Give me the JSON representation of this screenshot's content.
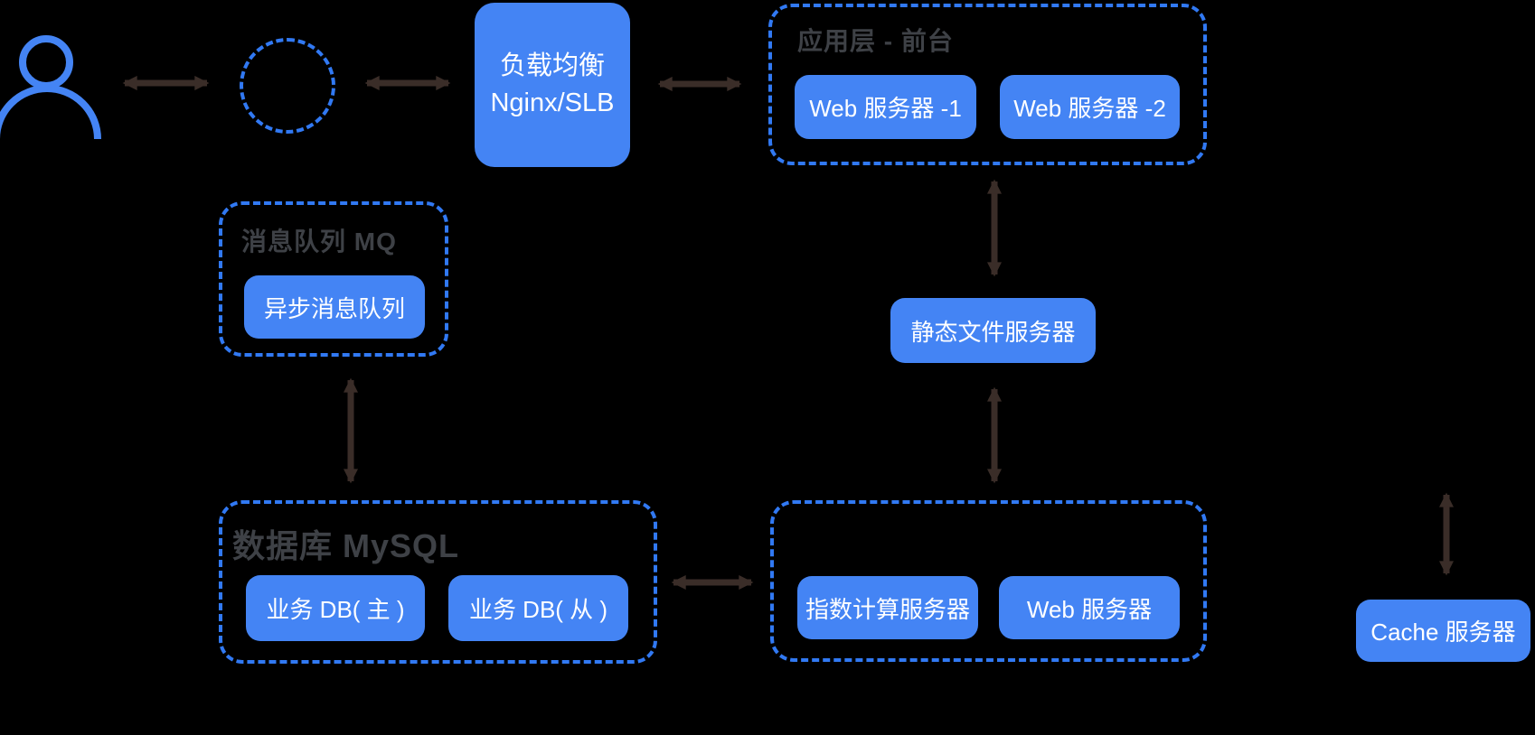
{
  "colors": {
    "bg": "#000000",
    "accent": "#4484f4",
    "dash": "#3179f3",
    "arrow": "#3a2d28",
    "title": "#3e4146",
    "box_text": "#ffffff"
  },
  "nodes": {
    "load_balancer": {
      "line1": "负载均衡",
      "line2": "Nginx/SLB"
    },
    "app_layer": {
      "title": "应用层 - 前台",
      "server1": "Web 服务器 -1",
      "server2": "Web 服务器 -2"
    },
    "mq": {
      "title": "消息队列 MQ",
      "queue": "异步消息队列"
    },
    "static_server": {
      "label": "静态文件服务器"
    },
    "mysql": {
      "title": "数据库 MySQL",
      "db_master": "业务 DB( 主 )",
      "db_slave": "业务 DB( 从 )"
    },
    "compute": {
      "index_server": "指数计算服务器",
      "web_server": "Web 服务器"
    },
    "cache": {
      "label": "Cache 服务器"
    }
  }
}
